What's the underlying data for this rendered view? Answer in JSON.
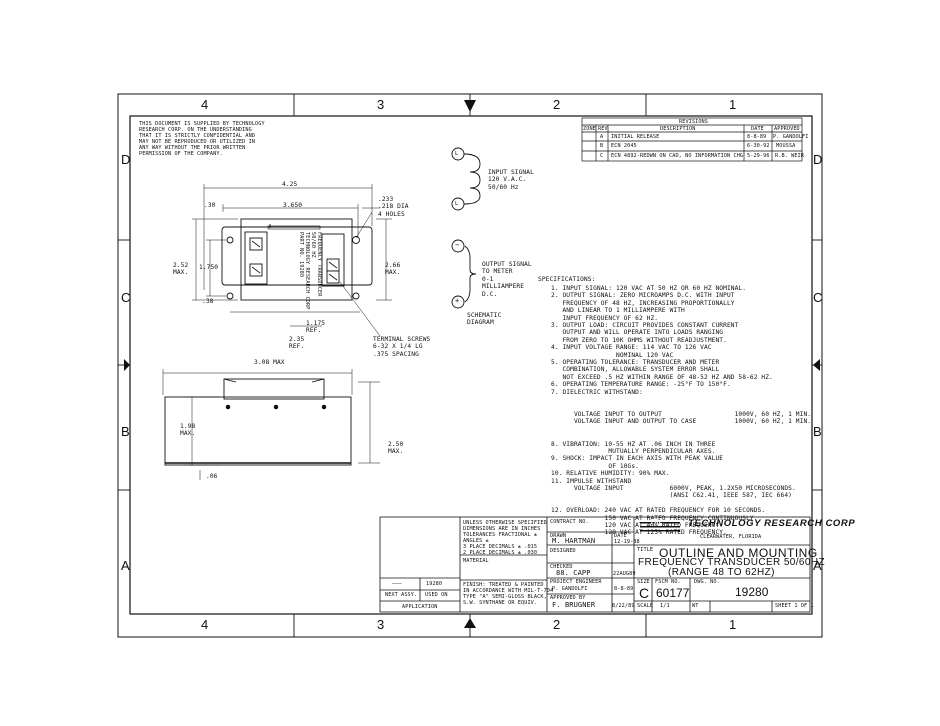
{
  "border": {
    "top_zones": [
      "4",
      "3",
      "2",
      "1"
    ],
    "bottom_zones": [
      "4",
      "3",
      "2",
      "1"
    ],
    "left_zones": [
      "D",
      "C",
      "B",
      "A"
    ],
    "right_zones": [
      "D",
      "C",
      "B",
      "A"
    ]
  },
  "notice": "THIS DOCUMENT IS SUPPLIED BY TECHNOLOGY\nRESEARCH CORP. ON THE UNDERSTANDING\nTHAT IT IS STRICTLY CONFIDENTIAL AND\nMAY NOT BE REPRODUCED OR UTILIZED IN\nANY WAY WITHOUT THE PRIOR WRITTEN\nPERMISSION OF THE COMPANY.",
  "revisions": {
    "title": "REVISIONS",
    "headers": [
      "ZONE",
      "REV",
      "DESCRIPTION",
      "DATE",
      "APPROVED"
    ],
    "rows": [
      [
        "",
        "A",
        "INITIAL RELEASE",
        "8-8-89",
        "P. GANDOLFI"
      ],
      [
        "",
        "B",
        "ECN 2045",
        "6-30-92",
        "MOUSSA"
      ],
      [
        "",
        "C",
        "ECN 4892-REDWN ON CAD, NO INFORMATION CHG",
        "5-29-96",
        "R.B. WEIR"
      ]
    ]
  },
  "dims": {
    "overall_w": "4.25",
    "inner_w": "3.650",
    "edge": ".30",
    "hole": ".233\n.218 DIA\n4 HOLES",
    "h_max": "2.52\nMAX.",
    "h_inner": "1.750",
    "h_bottom": ".38",
    "right_max": "2.66\nMAX.",
    "ref_small": "1.175\nREF.",
    "ref_large": "2.35\nREF.",
    "screws": "TERMINAL SCREWS\n6-32 X 1/4 LG\n.375 SPACING",
    "side_w": "3.08 MAX",
    "side_h": "2.50\nMAX.",
    "side_left": "1.98\nMAX.",
    "side_base": ".06"
  },
  "label_plate": "FREQUENCY TRANSDUCER\n50/60 HZ\nTECHNOLOGY RESEARCH CORP\nPART NO. 19280",
  "schematic": {
    "input": "INPUT SIGNAL\n120 V.A.C.\n50/60 Hz",
    "output": "OUTPUT SIGNAL\nTO METER\n0-1\nMILLIAMPERE\nD.C.",
    "caption": "SCHEMATIC\nDIAGRAM",
    "coil_label": "L",
    "minus": "−",
    "plus": "+"
  },
  "specs_title": "SPECIFICATIONS:",
  "specs": "1. INPUT SIGNAL: 120 VAC AT 50 HZ OR 60 HZ NOMINAL.\n2. OUTPUT SIGNAL: ZERO MICROAMPS D.C. WITH INPUT\n   FREQUENCY OF 48 HZ, INCREASING PROPORTIONALLY\n   AND LINEAR TO 1 MILLIAMPERE WITH\n   INPUT FREQUENCY OF 62 HZ.\n3. OUTPUT LOAD: CIRCUIT PROVIDES CONSTANT CURRENT\n   OUTPUT AND WILL OPERATE INTO LOADS RANGING\n   FROM ZERO TO 10K OHMS WITHOUT READJUSTMENT.\n4. INPUT VOLTAGE RANGE: 114 VAC TO 126 VAC\n                 NOMINAL 120 VAC\n5. OPERATING TOLERANCE: TRANSDUCER AND METER\n   COMBINATION, ALLOWABLE SYSTEM ERROR SHALL\n   NOT EXCEED .5 HZ WITHIN RANGE OF 48-52 HZ AND 58-62 HZ.\n6. OPERATING TEMPERATURE RANGE: -25°F TO 150°F.\n7. DIELECTRIC WITHSTAND:\n\n\n      VOLTAGE INPUT TO OUTPUT                   1000V, 60 HZ, 1 MIN.\n      VOLTAGE INPUT AND OUTPUT TO CASE          1000V, 60 HZ, 1 MIN.\n\n\n8. VIBRATION: 10-55 HZ AT .06 INCH IN THREE\n               MUTUALLY PERPENDICULAR AXES.\n9. SHOCK: IMPACT IN EACH AXIS WITH PEAK VALUE\n               OF 10Gs.\n10. RELATIVE HUMIDITY: 90% MAX.\n11. IMPULSE WITHSTAND\n      VOLTAGE INPUT            6000V, PEAK, 1.2X50 MICROSECONDS.\n                               (ANSI C62.41, IEEE 587, IEC 664)\n\n12. OVERLOAD: 240 VAC AT RATED FREQUENCY FOR 10 SECONDS.\n              150 VAC AT RATED FREQUENCY CONTINUOUSLY.\n              120 VAC AT 40% RATED FREQUENCY.\n              120 VAC AT 125% RATED FREQUENCY.",
  "title_block": {
    "tolerances": "UNLESS OTHERWISE SPECIFIED\nDIMENSIONS ARE IN INCHES\nTOLERANCES FRACTIONAL ±\nANGLES ±\n3 PLACE DECIMALS ± .015\n2 PLACE DECIMALS ± .030",
    "material": "MATERIAL",
    "finish": "FINISH: TREATED & PAINTED\nIN ACCORDANCE WITH MIL-T-704\nTYPE \"A\" SEMI-GLOSS BLACK,\nS.W. SYNTHANE OR EQUIV.",
    "contract": "CONTRACT NO.",
    "drawn_lbl": "DRAWN",
    "drawn": "M. HARTMAN",
    "drawn_date_lbl": "DATE",
    "drawn_date": "12-19-88",
    "designed_lbl": "DESIGNED",
    "checked_lbl": "CHECKED",
    "checked": "88. CAPP",
    "checked_date": "22AUG89",
    "pe_lbl": "PROJECT ENGINEER",
    "pe": "P. GANDOLFI",
    "pe_date": "8-8-89",
    "approved_lbl": "APPROVED BY",
    "approved": "F. BRUGNER",
    "approved_date": "8/22/89",
    "company": "TECHNOLOGY RESEARCH CORP",
    "logo": "TRC",
    "location": "CLEARWATER, FLORIDA",
    "title_lbl": "TITLE",
    "title1": "OUTLINE AND MOUNTING",
    "title2": "FREQUENCY TRANSDUCER 50/60HZ",
    "title3": "(RANGE 48 TO 62HZ)",
    "size_lbl": "SIZE",
    "size": "C",
    "fscm_lbl": "FSCM NO.",
    "fscm": "60177",
    "dwg_lbl": "DWG. NO.",
    "dwg": "19280",
    "scale_lbl": "SCALE",
    "scale": "1/1",
    "wt_lbl": "WT",
    "sheet": "SHEET 1 OF 1",
    "next_assy": "NEXT ASSY.",
    "used_on": "USED ON",
    "application": "APPLICATION",
    "dash": "———",
    "app_val": "19280"
  }
}
